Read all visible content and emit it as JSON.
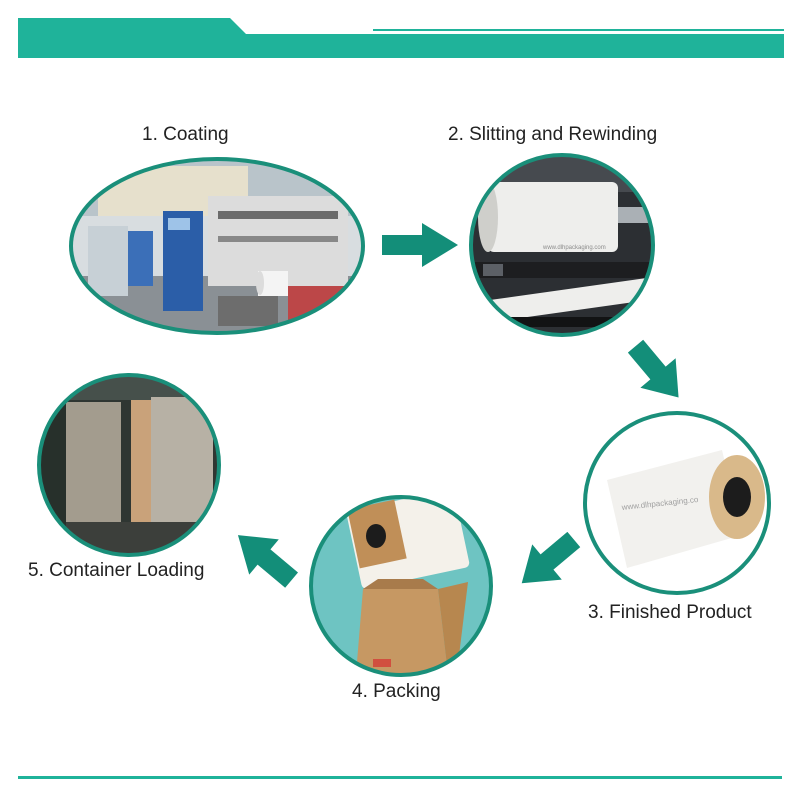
{
  "colors": {
    "accent": "#1fb39a",
    "arrow": "#138e79",
    "photo_border": "#1a8f7a"
  },
  "steps": [
    {
      "label": "1. Coating"
    },
    {
      "label": "2. Slitting and Rewinding"
    },
    {
      "label": "3. Finished Product"
    },
    {
      "label": "4. Packing"
    },
    {
      "label": "5. Container Loading"
    }
  ],
  "watermark": {
    "slitting": "www.dlhpackaging.com",
    "product": "www.dlhpackaging.co"
  },
  "arrows": [
    {
      "icon": "arrow-right-icon"
    },
    {
      "icon": "arrow-down-right-icon"
    },
    {
      "icon": "arrow-down-left-icon"
    },
    {
      "icon": "arrow-up-left-icon"
    }
  ]
}
